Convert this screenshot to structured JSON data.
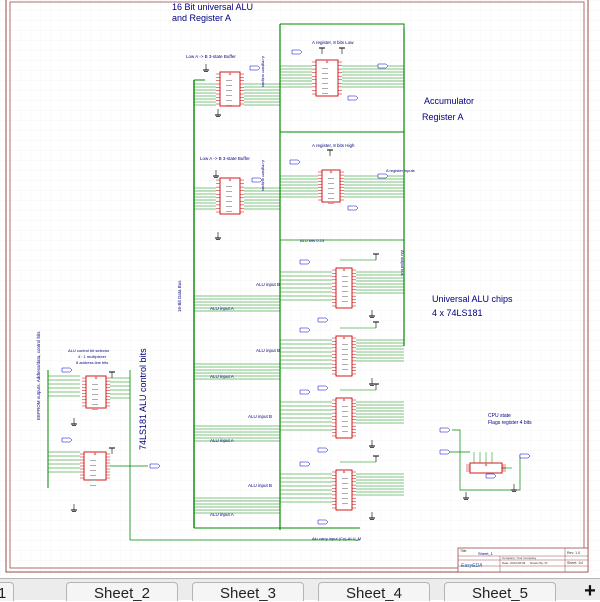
{
  "titles": {
    "alu_title": "16 Bit universal ALU",
    "alu_title2": "and Register A",
    "accumulator": "Accumulator",
    "register_a": "Register A",
    "alu_chips": "Universal ALU chips",
    "alu_chips2": "4 x 74LS181",
    "control_bits": "74LS181 ALU control bits",
    "cpu_state": "CPU state",
    "flags_register": "Flags register 4 bits",
    "data_bus": "16-Bit Data Bus",
    "eeprom_outputs": "EEPROM outputs. Address/data, control bits"
  },
  "labels": {
    "low_buffer": "Low A -> B  3-state Buffer",
    "high_buffer": "Low A -> B  3-state Buffer",
    "reg_low": "A register, 8 bits Low",
    "reg_high": "A register, 8 bits High",
    "alu_bits": "ALU bits 0-15",
    "alu_input_b": "ALU input B",
    "alu_input_a": "ALU input A",
    "alu_select": "ALU control bit selector",
    "alu_multiplexer": "4 : 1 multiplexer",
    "alu_address": "8 address line bits",
    "alu_carry": "Alu carry input (Cn)-ALU_M",
    "a_register_outputs": "A register outputs",
    "a_register_inputs": "A register inputs",
    "alu_out_bus": "Alu output bus"
  },
  "title_block": {
    "sheet_label": "Title",
    "sheet_name": "Sheet_1",
    "company": "Company: Your Company",
    "date": "Date: 2023-08-09",
    "drawn_by": "Drawn By: Pr",
    "rev": "Rev: 1.0",
    "sheet": "Sheet: 1/4",
    "logo": "EasyEDA"
  },
  "tabs": {
    "tab1": "1",
    "tab2": "Sheet_2",
    "tab3": "Sheet_3",
    "tab4": "Sheet_4",
    "tab5": "Sheet_5",
    "add": "+"
  },
  "colors": {
    "wire": "#008800",
    "chip": "#cc0000",
    "text": "#000080",
    "grid": "#eaeaea",
    "net_label": "#0000cc"
  }
}
